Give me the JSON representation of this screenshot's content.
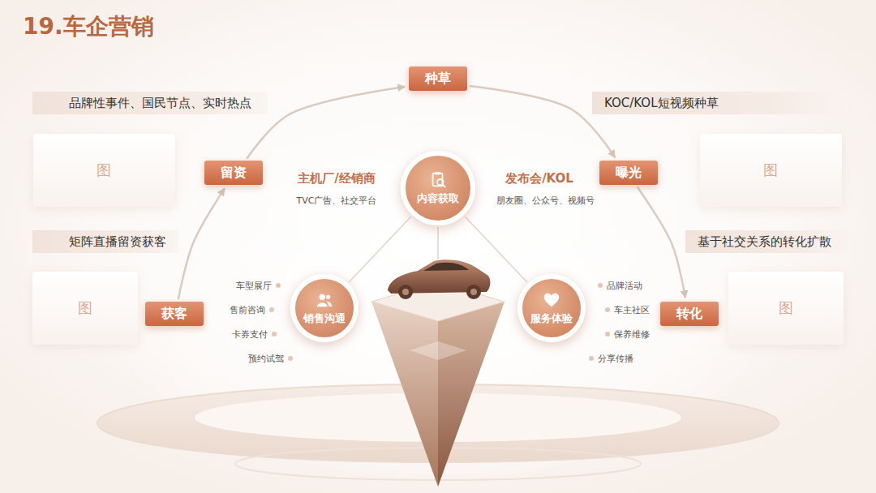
{
  "diagram": {
    "title": "19.车企营销",
    "nodes": [
      {
        "text": [
          "种草"
        ]
      },
      {
        "text": [
          "品牌性事件、国民节点、实时热点"
        ]
      },
      {
        "text": [
          "KOC/KOL短视频种草"
        ]
      },
      {
        "text": [
          "图"
        ]
      },
      {
        "text": [
          "留资"
        ]
      },
      {
        "text": [
          "内容获取"
        ]
      },
      {
        "text": [
          "曝光"
        ]
      },
      {
        "text": [
          "图"
        ]
      },
      {
        "text": [
          "矩阵直播留资获客"
        ]
      },
      {
        "text": [
          "基于社交关系的转化扩散"
        ]
      },
      {
        "text": [
          "图"
        ]
      },
      {
        "text": [
          "销售沟通"
        ]
      },
      {
        "text": [
          "获客"
        ]
      },
      {
        "text": [
          "转化"
        ]
      },
      {
        "text": [
          "服务体验"
        ]
      },
      {
        "text": [
          "图"
        ]
      }
    ],
    "edges": [
      {
        "from": 12,
        "to": 4,
        "arrow": "to"
      },
      {
        "from": 4,
        "to": 0,
        "arrow": "to"
      },
      {
        "from": 0,
        "to": 6,
        "arrow": "to"
      },
      {
        "from": 6,
        "to": 13,
        "arrow": "to"
      },
      {
        "from": 5,
        "to": 11,
        "arrow": "none"
      },
      {
        "from": 5,
        "to": 14,
        "arrow": "none"
      }
    ],
    "labels": [
      "主机厂/经销商",
      "TVC广告、社交平台",
      "发布会/KOL",
      "朋友圈、公众号、视频号",
      "车型展厅",
      "售前咨询",
      "卡券支付",
      "预约试驾",
      "品牌活动",
      "车主社区",
      "保养维修",
      "分享传播"
    ]
  }
}
